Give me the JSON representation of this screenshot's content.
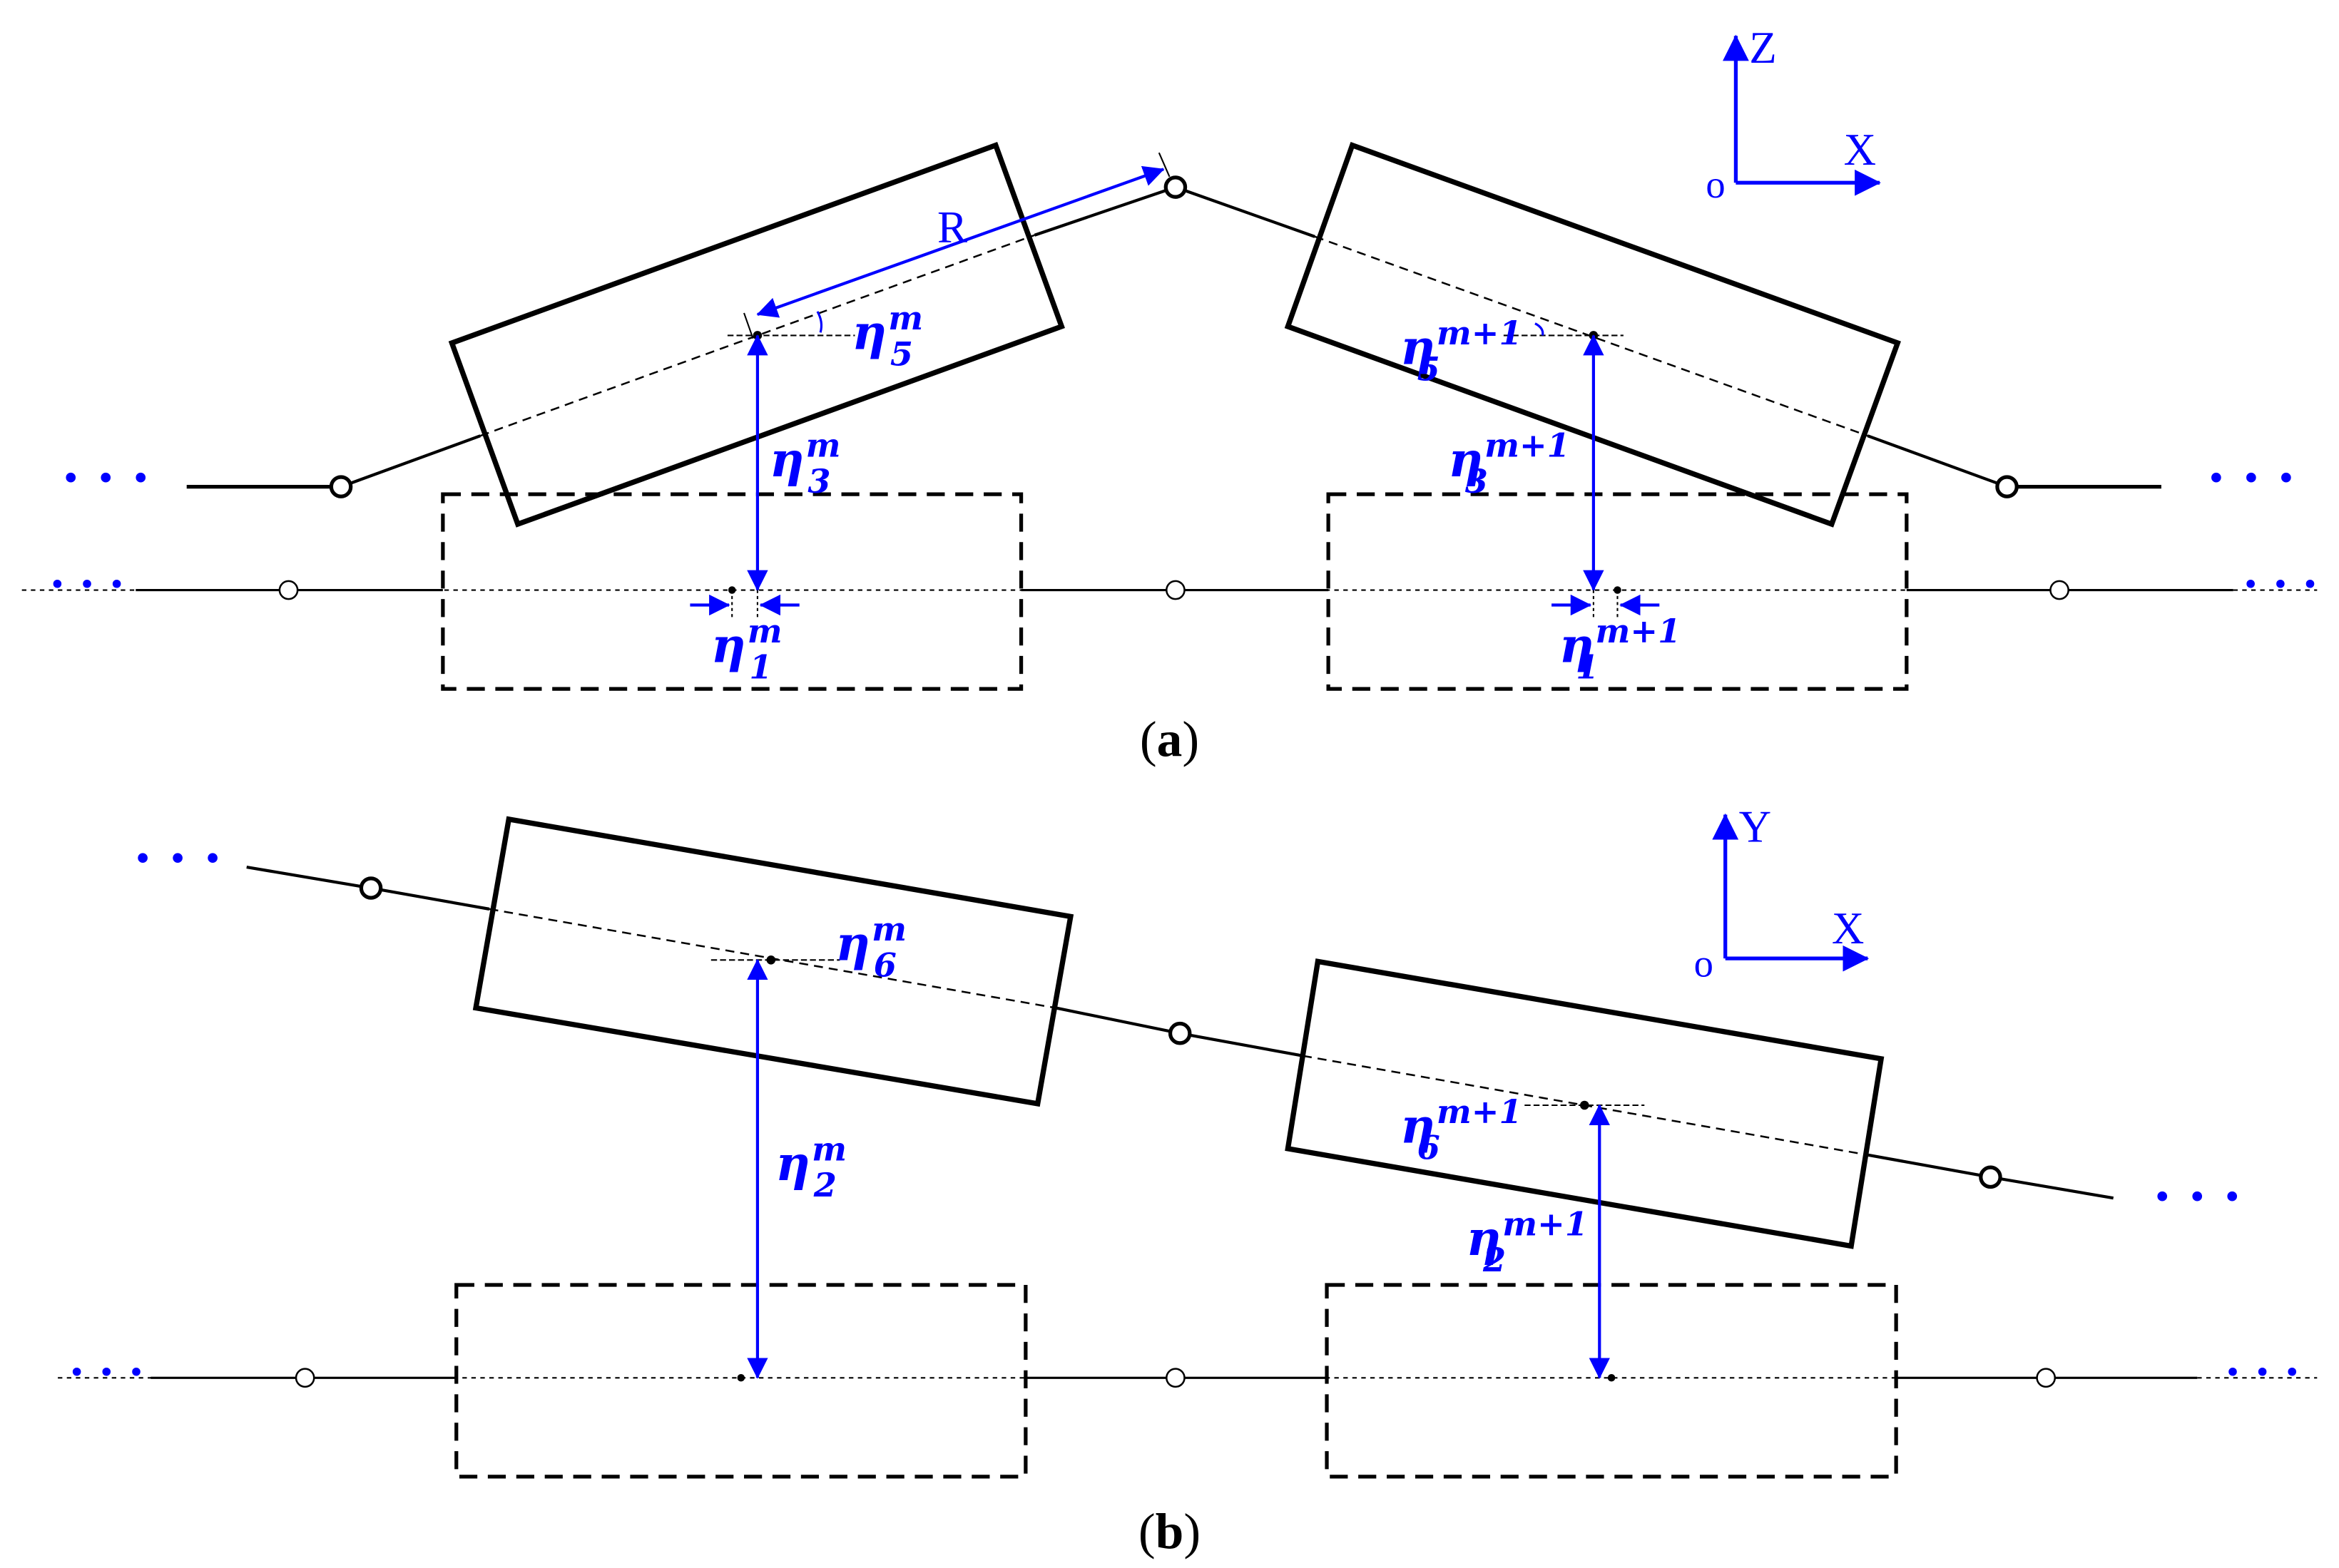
{
  "colors": {
    "ink": "#000000",
    "accent": "#0000ff"
  },
  "axes": {
    "a": {
      "vertical": "Z",
      "horizontal": "X",
      "origin": "o"
    },
    "b": {
      "vertical": "Y",
      "horizontal": "X",
      "origin": "o"
    }
  },
  "captions": {
    "a": "a",
    "b": "b"
  },
  "labels": {
    "R": "R",
    "eta": "η",
    "sup_m": "m",
    "sup_m1": "m+1",
    "sub1": "1",
    "sub2": "2",
    "sub3": "3",
    "sub5": "5",
    "sub6": "6"
  },
  "ellipsis": "· · ·"
}
